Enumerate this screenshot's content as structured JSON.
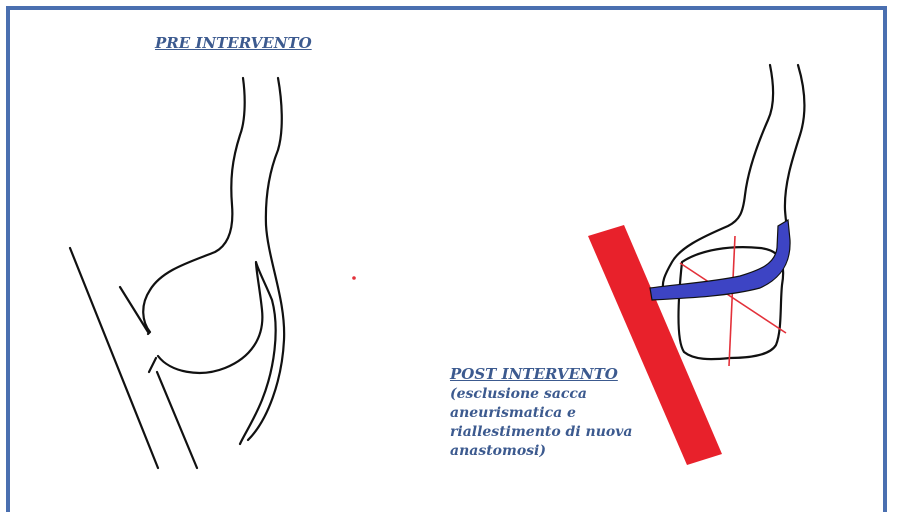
{
  "pre": {
    "title": "PRE INTERVENTO"
  },
  "post": {
    "title": "POST INTERVENTO",
    "caption_lines": [
      "(esclusione sacca",
      "aneurismatica e",
      "riallestimento di nuova",
      "anastomosi)"
    ]
  },
  "colors": {
    "frame": "#4a6fb0",
    "text": "#3c5a8f",
    "graft_red": "#e8212b",
    "bypass_blue": "#3d44c4",
    "outline": "#111111"
  }
}
